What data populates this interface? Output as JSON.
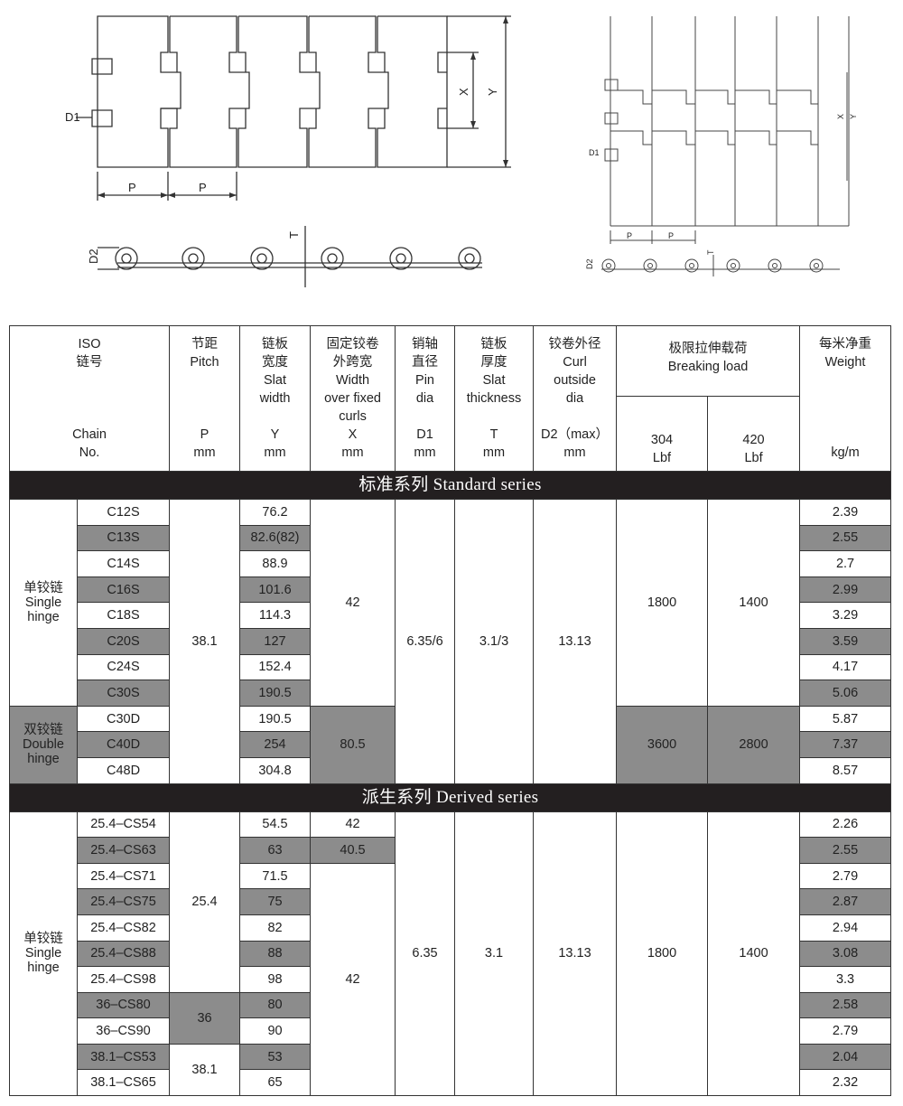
{
  "drawings": {
    "labels": {
      "D1": "D1",
      "P": "P",
      "X": "X",
      "Y": "Y",
      "T": "T",
      "D2": "D2"
    }
  },
  "table": {
    "headers": {
      "iso": {
        "cn": "ISO",
        "cn2": "链号",
        "en": "Chain",
        "en2": "No."
      },
      "pitch": {
        "cn": "节距",
        "en": "Pitch",
        "sym": "P",
        "unit": "mm"
      },
      "slat_width": {
        "cn": "链板",
        "cn2": "宽度",
        "en": "Slat",
        "en2": "width",
        "sym": "Y",
        "unit": "mm"
      },
      "x": {
        "cn": "固定铰卷",
        "cn2": "外跨宽",
        "en": "Width",
        "en2": "over fixed",
        "en3": "curls",
        "sym": "X",
        "unit": "mm"
      },
      "pin": {
        "cn": "销轴",
        "cn2": "直径",
        "en": "Pin",
        "en2": "dia",
        "sym": "D1",
        "unit": "mm"
      },
      "thickness": {
        "cn": "链板",
        "cn2": "厚度",
        "en": "Slat",
        "en2": "thickness",
        "sym": "T",
        "unit": "mm"
      },
      "curl": {
        "cn": "铰卷外径",
        "en": "Curl",
        "en2": "outside",
        "en3": "dia",
        "sym": "D2（max）",
        "unit": "mm"
      },
      "breaking": {
        "cn": "极限拉伸载荷",
        "en": "Breaking load",
        "c1": "304",
        "c1u": "Lbf",
        "c2": "420",
        "c2u": "Lbf"
      },
      "weight": {
        "cn": "每米净重",
        "en": "Weight",
        "unit": "kg/m"
      }
    },
    "standard": {
      "title": "标准系列  Standard  series",
      "single_label": {
        "cn": "单铰链",
        "en1": "Single",
        "en2": "hinge"
      },
      "double_label": {
        "cn": "双铰链",
        "en1": "Double",
        "en2": "hinge"
      },
      "pitch": "38.1",
      "x_single": "42",
      "x_double": "80.5",
      "pin": "6.35/6",
      "thickness": "3.1/3",
      "curl": "13.13",
      "load_single_304": "1800",
      "load_single_420": "1400",
      "load_double_304": "3600",
      "load_double_420": "2800",
      "rows": [
        {
          "chain": "C12S",
          "y": "76.2",
          "w": "2.39"
        },
        {
          "chain": "C13S",
          "y": "82.6(82)",
          "w": "2.55"
        },
        {
          "chain": "C14S",
          "y": "88.9",
          "w": "2.7"
        },
        {
          "chain": "C16S",
          "y": "101.6",
          "w": "2.99"
        },
        {
          "chain": "C18S",
          "y": "114.3",
          "w": "3.29"
        },
        {
          "chain": "C20S",
          "y": "127",
          "w": "3.59"
        },
        {
          "chain": "C24S",
          "y": "152.4",
          "w": "4.17"
        },
        {
          "chain": "C30S",
          "y": "190.5",
          "w": "5.06"
        },
        {
          "chain": "C30D",
          "y": "190.5",
          "w": "5.87"
        },
        {
          "chain": "C40D",
          "y": "254",
          "w": "7.37"
        },
        {
          "chain": "C48D",
          "y": "304.8",
          "w": "8.57"
        }
      ]
    },
    "derived": {
      "title": "派生系列  Derived series",
      "label": {
        "cn": "单铰链",
        "en1": "Single",
        "en2": "hinge"
      },
      "pitch_a": "25.4",
      "pitch_b": "36",
      "pitch_c": "38.1",
      "x_a": "42",
      "x_b": "40.5",
      "x_c": "42",
      "pin": "6.35",
      "thickness": "3.1",
      "curl": "13.13",
      "load_304": "1800",
      "load_420": "1400",
      "rows": [
        {
          "chain": "25.4–CS54",
          "y": "54.5",
          "w": "2.26"
        },
        {
          "chain": "25.4–CS63",
          "y": "63",
          "w": "2.55"
        },
        {
          "chain": "25.4–CS71",
          "y": "71.5",
          "w": "2.79"
        },
        {
          "chain": "25.4–CS75",
          "y": "75",
          "w": "2.87"
        },
        {
          "chain": "25.4–CS82",
          "y": "82",
          "w": "2.94"
        },
        {
          "chain": "25.4–CS88",
          "y": "88",
          "w": "3.08"
        },
        {
          "chain": "25.4–CS98",
          "y": "98",
          "w": "3.3"
        },
        {
          "chain": "36–CS80",
          "y": "80",
          "w": "2.58"
        },
        {
          "chain": "36–CS90",
          "y": "90",
          "w": "2.79"
        },
        {
          "chain": "38.1–CS53",
          "y": "53",
          "w": "2.04"
        },
        {
          "chain": "38.1–CS65",
          "y": "65",
          "w": "2.32"
        }
      ]
    }
  }
}
